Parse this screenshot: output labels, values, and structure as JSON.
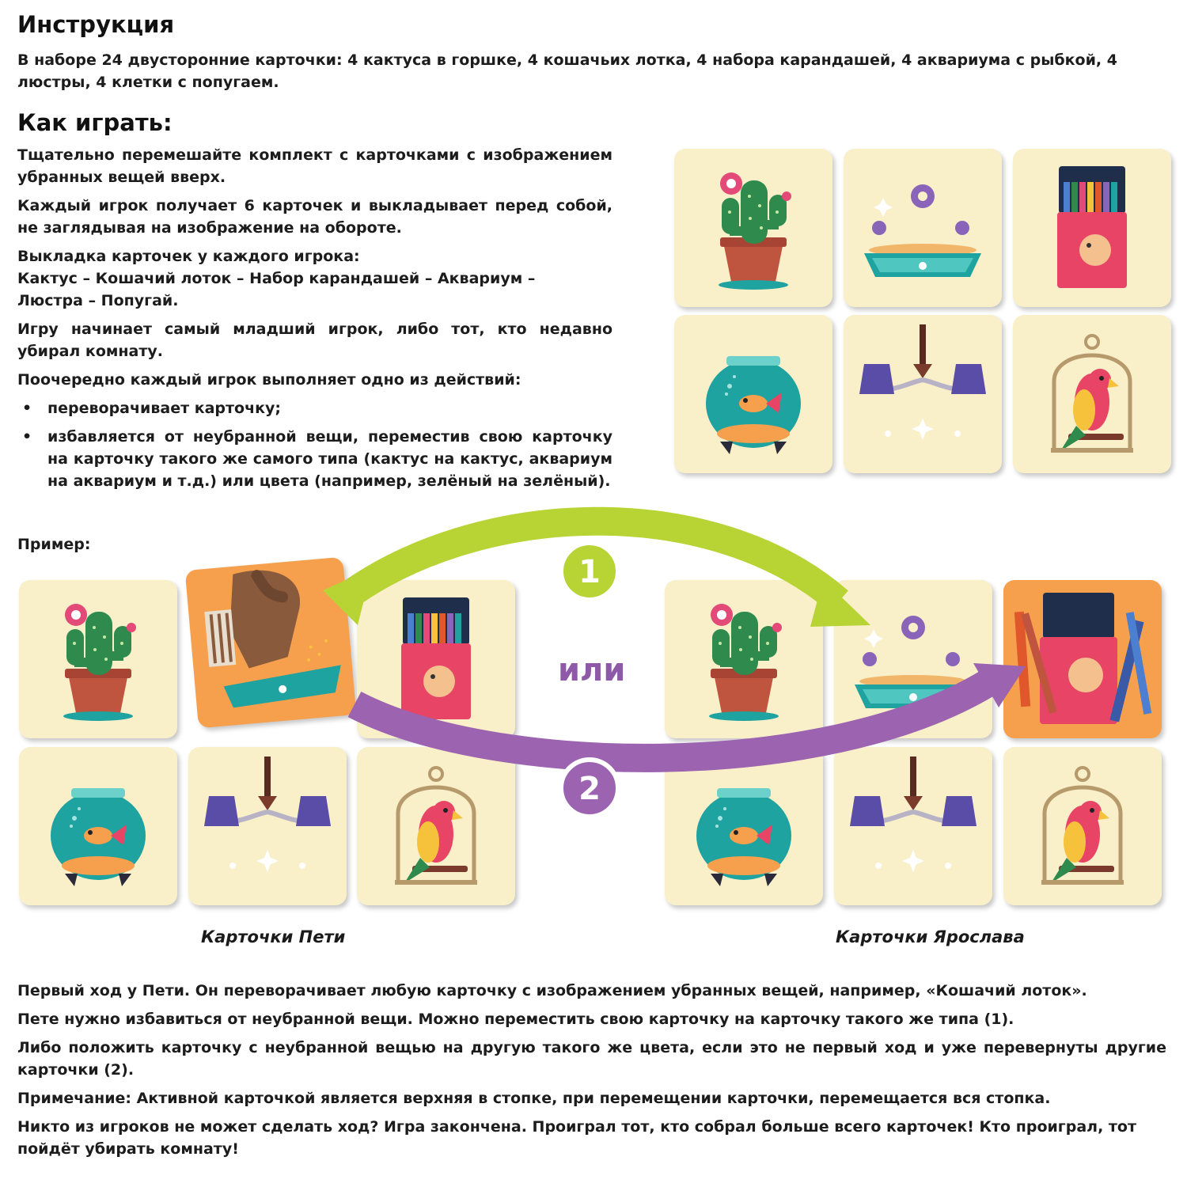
{
  "title": "Инструкция",
  "intro": "В наборе 24 двусторонние карточки: 4 кактуса в горшке, 4 кошачьих лотка, 4 набора карандашей, 4 аквариума с рыбкой, 4 люстры, 4 клетки с попугаем.",
  "how_to_heading": "Как играть:",
  "steps": {
    "p1": "Тщательно перемешайте комплект с карточками с изображением убранных вещей вверх.",
    "p2": "Каждый игрок получает 6 карточек и выкладывает перед собой, не заглядывая на изображение на обороте.",
    "p3_line1": "Выкладка карточек у каждого игрока:",
    "p3_line2": "Кактус – Кошачий лоток – Набор карандашей – Аквариум –",
    "p3_line3": "Люстра – Попугай.",
    "p4": "Игру начинает самый младший игрок, либо тот, кто недавно убирал комнату.",
    "p5": "Поочередно каждый игрок выполняет одно из действий:",
    "bullet1": "переворачивает карточку;",
    "bullet2": "избавляется от неубранной вещи, переместив свою карточку на карточку такого же самого типа (кактус на кактус, аквариум на аквариум и т.д.) или цвета (например, зелёный на зелёный)."
  },
  "example_label": "Пример:",
  "or_label": "или",
  "arrow_labels": [
    "1",
    "2"
  ],
  "caption_left": "Карточки Пети",
  "caption_right": "Карточки Ярослава",
  "cards": {
    "top_right": [
      "cactus-icon",
      "litter-box-icon",
      "pencils-icon",
      "aquarium-icon",
      "chandelier-icon",
      "parrot-icon"
    ],
    "left_set": [
      "cactus-icon",
      "cat-in-litter-box-icon",
      "pencils-icon",
      "aquarium-icon",
      "chandelier-icon",
      "parrot-icon"
    ],
    "right_set": [
      "cactus-icon",
      "litter-box-icon",
      "scattered-pencils-icon",
      "aquarium-icon",
      "chandelier-icon",
      "parrot-icon"
    ]
  },
  "colors": {
    "card_bg": "#f9efc9",
    "card_orange": "#f6a04d",
    "arrow_green": "#b8d334",
    "arrow_purple": "#9b63b0",
    "or_text": "#8e5aa8"
  },
  "bottom": {
    "b1": "Первый ход у Пети. Он переворачивает любую карточку с изображением убранных вещей, например, «Кошачий лоток».",
    "b2": "Пете нужно избавиться от неубранной вещи. Можно переместить свою карточку на карточку такого же типа (1).",
    "b3": "Либо положить карточку с неубранной вещью на другую такого же цвета, если это не первый ход и уже перевернуты другие карточки (2).",
    "b4": "Примечание: Активной карточкой является верхняя в стопке, при перемещении карточки, перемещается вся стопка.",
    "b5": "Никто из игроков не может сделать ход? Игра закончена. Проиграл тот, кто собрал больше всего карточек! Кто проиграл, тот пойдёт убирать комнату!"
  }
}
